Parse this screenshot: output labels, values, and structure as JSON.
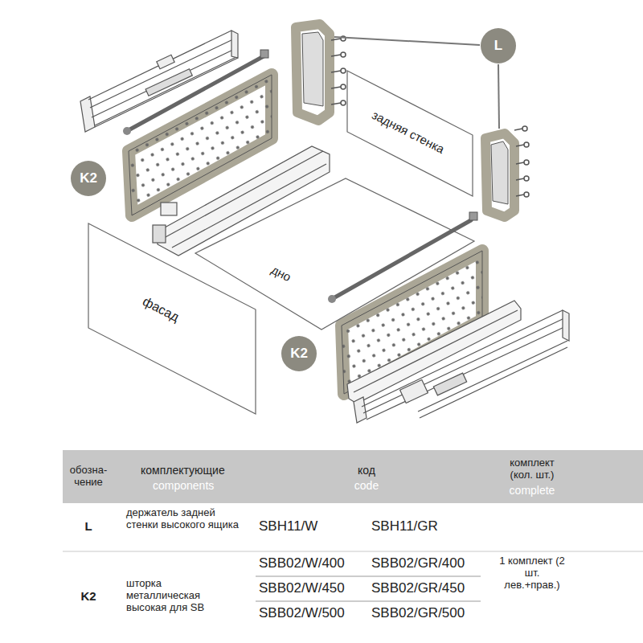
{
  "diagram": {
    "nodes": [
      {
        "text": [
          "L"
        ]
      },
      {
        "text": [
          "K2"
        ]
      },
      {
        "text": [
          "K2"
        ]
      },
      {
        "text": [
          "задняя стенка"
        ]
      },
      {
        "text": [
          "дно"
        ]
      },
      {
        "text": [
          "фасад"
        ]
      }
    ],
    "labels": [
      "обозна- чение",
      "комплектующие",
      "components",
      "код",
      "code",
      "комплект (кол. шт.)",
      "complete",
      "L",
      "держатель задней стенки высокого ящика",
      "SBH11/W",
      "SBH11/GR",
      "K2",
      "шторка металлическая высокая для SB",
      "SBB02/W/400",
      "SBB02/GR/400",
      "SBB02/W/450",
      "SBB02/GR/450",
      "SBB02/W/500",
      "SBB02/GR/500",
      "1 комплект (2 шт. лев.+прав.)"
    ]
  }
}
